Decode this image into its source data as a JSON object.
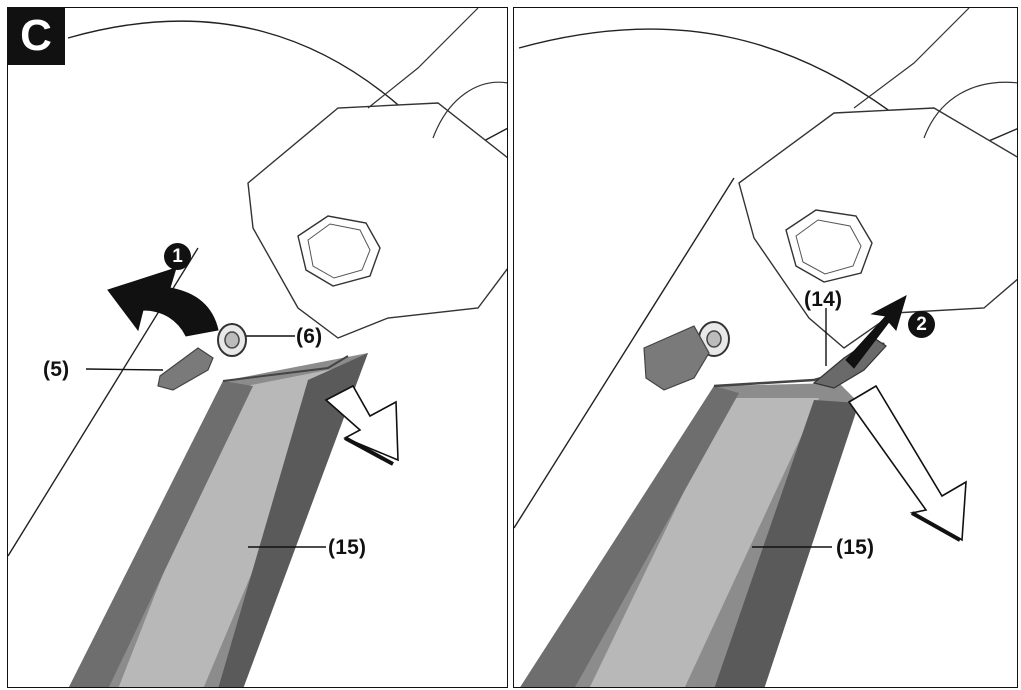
{
  "figure": {
    "letter": "C"
  },
  "left_panel": {
    "step": "1",
    "labels": {
      "knob": "(5)",
      "washer": "(6)",
      "tube": "(15)"
    }
  },
  "right_panel": {
    "step": "2",
    "labels": {
      "clip": "(14)",
      "tube": "(15)"
    }
  },
  "colors": {
    "ink": "#111111",
    "tube_dark": "#5a5a5a",
    "tube_mid": "#8c8c8c",
    "tube_light": "#b8b8b8"
  }
}
